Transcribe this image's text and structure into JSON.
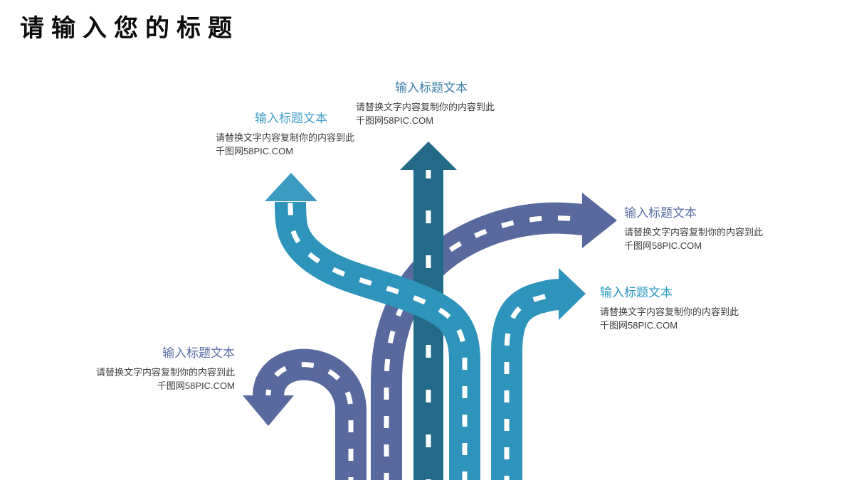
{
  "slide": {
    "title": "请输入您的标题"
  },
  "blocks": [
    {
      "id": "top-center",
      "heading": "输入标题文本",
      "line1": "请替换文字内容复制你的内容到此",
      "line2": "千图网58PIC.COM",
      "heading_color": "#3b80a9"
    },
    {
      "id": "upper-left",
      "heading": "输入标题文本",
      "line1": "请替换文字内容复制你的内容到此",
      "line2": "千图网58PIC.COM",
      "heading_color": "#44a0cb"
    },
    {
      "id": "right-slate",
      "heading": "输入标题文本",
      "line1": "请替换文字内容复制你的内容到此",
      "line2": "千图网58PIC.COM",
      "heading_color": "#5a6fa3"
    },
    {
      "id": "right-teal",
      "heading": "输入标题文本",
      "line1": "请替换文字内容复制你的内容到此",
      "line2": "千图网58PIC.COM",
      "heading_color": "#2b9ac2"
    },
    {
      "id": "bottom-left",
      "heading": "输入标题文本",
      "line1": "请替换文字内容复制你的内容到此",
      "line2": "千图网58PIC.COM",
      "heading_color": "#5a6fa3"
    }
  ],
  "roads": {
    "slate": "#57699d",
    "dark_teal": "#236a89",
    "teal": "#2f94bb",
    "teal_arrow": "#3d9ac1",
    "dash": "#ffffff"
  }
}
